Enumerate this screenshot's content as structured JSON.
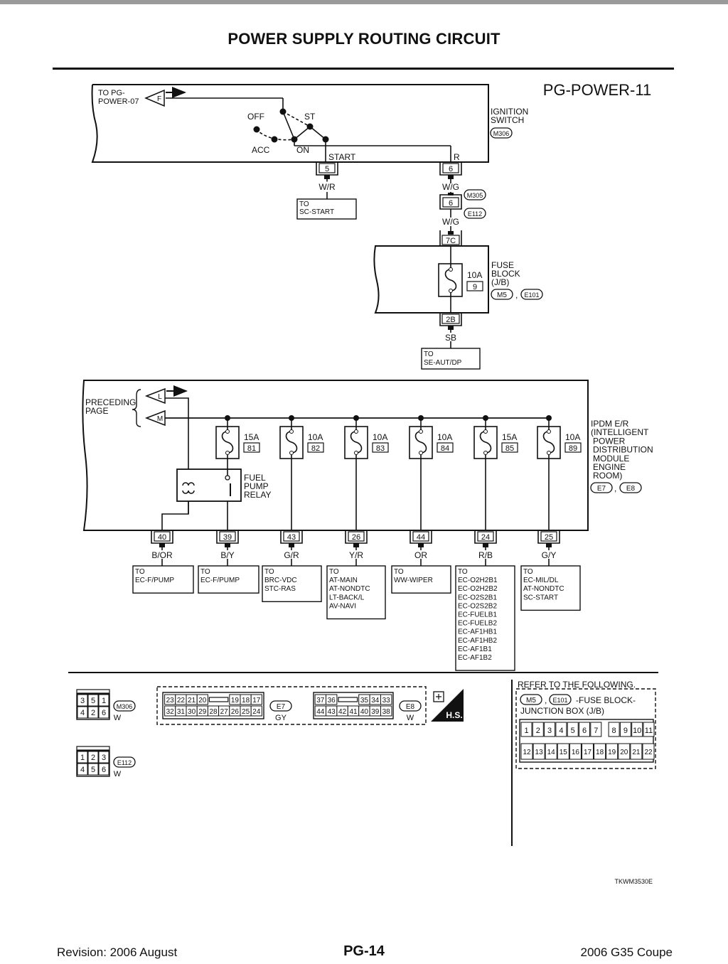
{
  "page": {
    "title": "POWER SUPPLY ROUTING CIRCUIT",
    "diagram_id": "PG-POWER-11",
    "image_code": "TKWM3530E"
  },
  "footer": {
    "revision": "Revision: 2006 August",
    "page_number": "PG-14",
    "model": "2006 G35 Coupe"
  },
  "ignition": {
    "to_line1": "TO PG-",
    "to_line2": "POWER-07",
    "connector_letter": "F",
    "positions": {
      "off": "OFF",
      "st": "ST",
      "acc": "ACC",
      "on": "ON"
    },
    "terminal_start": "START",
    "terminal_r": "R",
    "label_line1": "IGNITION",
    "label_line2": "SWITCH",
    "connector": "M306",
    "pin_start": "5",
    "pin_r": "6",
    "wire_start": "W/R",
    "wire_r": "W/G",
    "dest_line1": "TO",
    "dest_line2": "SC-START"
  },
  "joint": {
    "connector_top": "M305",
    "connector_bottom": "E112",
    "pin": "6",
    "wire": "W/G"
  },
  "fuse_block": {
    "pin_in": "7C",
    "pin_out": "2B",
    "rating": "10A",
    "fuse_no": "9",
    "label_line1": "FUSE",
    "label_line2": "BLOCK",
    "label_line3": "(J/B)",
    "connector1": "M5",
    "connector2": "E101",
    "sep": ",",
    "wire_out": "SB",
    "dest_line1": "TO",
    "dest_line2": "SE-AUT/DP"
  },
  "ipdm": {
    "preceding_line1": "PRECEDING",
    "preceding_line2": "PAGE",
    "conn_l": "L",
    "conn_m": "M",
    "label_lines": [
      "IPDM E/R",
      "(INTELLIGENT",
      "POWER",
      "DISTRIBUTION",
      "MODULE",
      "ENGINE",
      "ROOM)"
    ],
    "connector1": "E7",
    "connector2": "E8",
    "sep": ",",
    "relay_line1": "FUEL",
    "relay_line2": "PUMP",
    "relay_line3": "RELAY",
    "fuses": [
      {
        "rating": "15A",
        "number": "81"
      },
      {
        "rating": "10A",
        "number": "82"
      },
      {
        "rating": "10A",
        "number": "83"
      },
      {
        "rating": "10A",
        "number": "84"
      },
      {
        "rating": "15A",
        "number": "85"
      },
      {
        "rating": "10A",
        "number": "89"
      }
    ],
    "outputs": [
      {
        "pin": "40",
        "wire": "B/OR",
        "dest": [
          "TO",
          "EC-F/PUMP"
        ]
      },
      {
        "pin": "39",
        "wire": "B/Y",
        "dest": [
          "TO",
          "EC-F/PUMP"
        ]
      },
      {
        "pin": "43",
        "wire": "G/R",
        "dest": [
          "TO",
          "BRC-VDC",
          "STC-RAS"
        ]
      },
      {
        "pin": "26",
        "wire": "Y/R",
        "dest": [
          "TO",
          "AT-MAIN",
          "AT-NONDTC",
          "LT-BACK/L",
          "AV-NAVI"
        ]
      },
      {
        "pin": "44",
        "wire": "OR",
        "dest": [
          "TO",
          "WW-WIPER"
        ]
      },
      {
        "pin": "24",
        "wire": "R/B",
        "dest": [
          "TO",
          "EC-O2H2B1",
          "EC-O2H2B2",
          "EC-O2S2B1",
          "EC-O2S2B2",
          "EC-FUELB1",
          "EC-FUELB2",
          "EC-AF1HB1",
          "EC-AF1HB2",
          "EC-AF1B1",
          "EC-AF1B2"
        ]
      },
      {
        "pin": "25",
        "wire": "G/Y",
        "dest": [
          "TO",
          "EC-MIL/DL",
          "AT-NONDTC",
          "SC-START"
        ]
      }
    ]
  },
  "connectors": {
    "m306": {
      "id": "M306",
      "color": "W",
      "row1": [
        "3",
        "5",
        "1"
      ],
      "row2": [
        "4",
        "2",
        "6"
      ]
    },
    "e112": {
      "id": "E112",
      "color": "W",
      "row1": [
        "1",
        "2",
        "3"
      ],
      "row2": [
        "4",
        "5",
        "6"
      ]
    },
    "e7": {
      "id": "E7",
      "color": "GY",
      "row1": [
        "23",
        "22",
        "21",
        "20",
        "",
        "19",
        "18",
        "17"
      ],
      "row2": [
        "32",
        "31",
        "30",
        "29",
        "28",
        "27",
        "26",
        "25",
        "24"
      ]
    },
    "e8": {
      "id": "E8",
      "color": "W",
      "row1": [
        "37",
        "36",
        "",
        "35",
        "34",
        "33"
      ],
      "row2": [
        "44",
        "43",
        "42",
        "41",
        "40",
        "39",
        "38"
      ]
    },
    "hs_label": "H.S.",
    "refer_title": "REFER TO THE FOLLOWING.",
    "refer_conn1": "M5",
    "refer_conn2": "E101",
    "refer_sep": ",",
    "refer_desc1": "-FUSE BLOCK-",
    "refer_desc2": "JUNCTION BOX (J/B)",
    "refer_row1": [
      "1",
      "2",
      "3",
      "4",
      "5",
      "6",
      "7",
      "8",
      "9",
      "10",
      "11"
    ],
    "refer_row2": [
      "12",
      "13",
      "14",
      "15",
      "16",
      "17",
      "18",
      "19",
      "20",
      "21",
      "22"
    ]
  }
}
